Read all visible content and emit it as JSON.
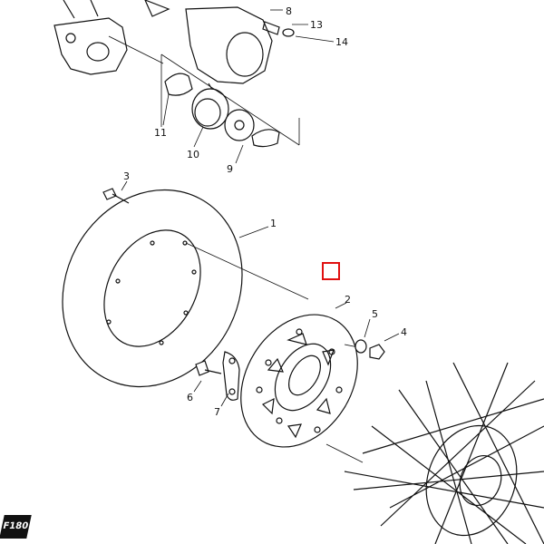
{
  "labels": {
    "p1": "1",
    "p2": "2",
    "p3": "3",
    "p4": "4",
    "p5": "5",
    "p6": "6",
    "p7": "7",
    "p8": "8",
    "p9": "9",
    "p10": "10",
    "p11": "11",
    "p13": "13",
    "p14": "14"
  },
  "logo": "F180",
  "colors": {
    "line": "#111111",
    "selection": "#e01010",
    "background": "#ffffff"
  }
}
